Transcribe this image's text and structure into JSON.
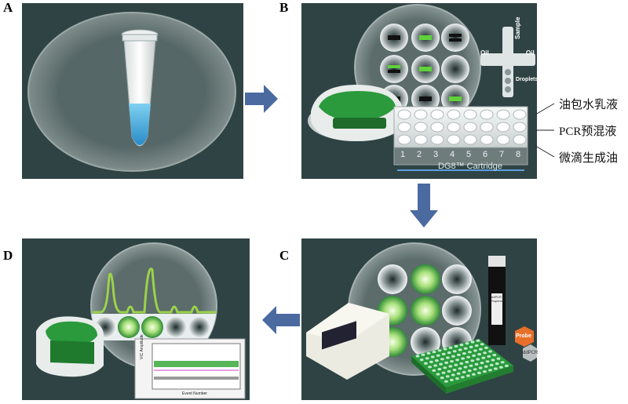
{
  "panels": {
    "a": {
      "label": "A"
    },
    "b": {
      "label": "B",
      "chip_labels": [
        "Sample",
        "Oil",
        "Oil",
        "Droplets"
      ],
      "well_numbers": [
        "1",
        "2",
        "3",
        "4",
        "5",
        "6",
        "7",
        "8"
      ],
      "cartridge_label": "DG8™ Cartridge",
      "annotations": [
        "油包水乳液",
        "PCR预混液",
        "微滴生成油"
      ]
    },
    "c": {
      "label": "C",
      "probe_label": "Probe",
      "ddpcr_label": "ddPCR",
      "tube_text": "ddPCR Supermix"
    },
    "d": {
      "label": "D",
      "plot_ylabel": "VIC Amplitude",
      "plot_xlabel": "Event Number"
    }
  },
  "colors": {
    "panel_bg": "#2f4344",
    "arrow": "#4a6aa0",
    "green": "#2a9a3c",
    "trace": "#9bd24a"
  }
}
